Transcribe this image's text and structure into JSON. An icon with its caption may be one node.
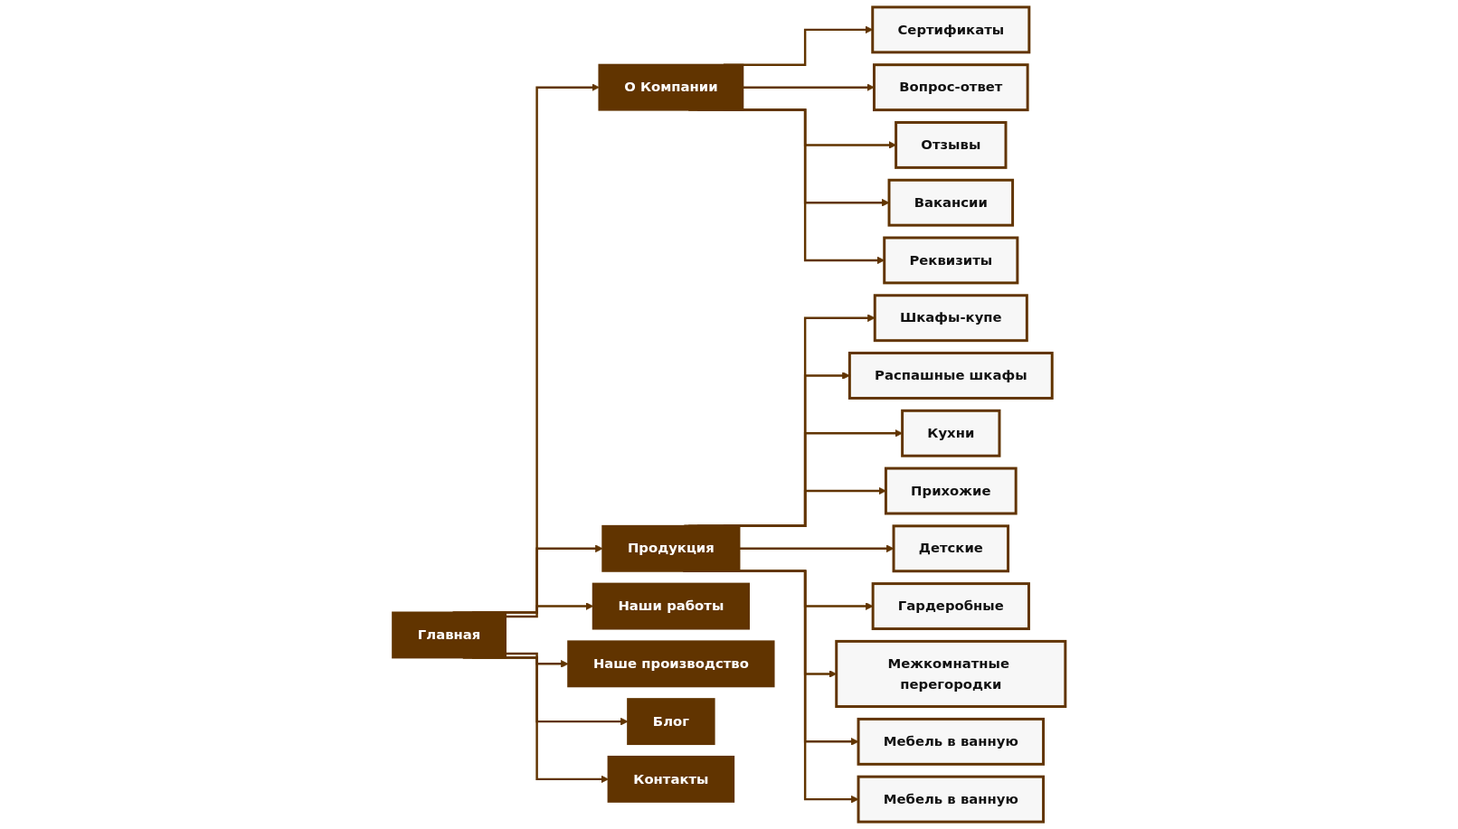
{
  "diagram": {
    "nodes": [
      {
        "text": [
          "Главная"
        ]
      },
      {
        "text": [
          "О Компании"
        ]
      },
      {
        "text": [
          "Продукция"
        ]
      },
      {
        "text": [
          "Наши работы"
        ]
      },
      {
        "text": [
          "Наше производство"
        ]
      },
      {
        "text": [
          "Блог"
        ]
      },
      {
        "text": [
          "Контакты"
        ]
      },
      {
        "text": [
          "Сертификаты"
        ]
      },
      {
        "text": [
          "Вопрос-ответ"
        ]
      },
      {
        "text": [
          "Отзывы"
        ]
      },
      {
        "text": [
          "Вакансии"
        ]
      },
      {
        "text": [
          "Реквизиты"
        ]
      },
      {
        "text": [
          "Шкафы-купе"
        ]
      },
      {
        "text": [
          "Распашные шкафы"
        ]
      },
      {
        "text": [
          "Кухни"
        ]
      },
      {
        "text": [
          "Прихожие"
        ]
      },
      {
        "text": [
          "Детские"
        ]
      },
      {
        "text": [
          "Гардеробные"
        ]
      },
      {
        "text": [
          "Межкомнатные перегородки"
        ]
      },
      {
        "text": [
          "Мебель в ванную"
        ]
      },
      {
        "text": [
          "Мебель в ванную"
        ]
      }
    ],
    "edges": [
      {
        "from": 0,
        "to": 1,
        "arrow": "to"
      },
      {
        "from": 0,
        "to": 2,
        "arrow": "to"
      },
      {
        "from": 0,
        "to": 3,
        "arrow": "to"
      },
      {
        "from": 0,
        "to": 4,
        "arrow": "to"
      },
      {
        "from": 0,
        "to": 5,
        "arrow": "to"
      },
      {
        "from": 0,
        "to": 6,
        "arrow": "to"
      },
      {
        "from": 1,
        "to": 7,
        "arrow": "to"
      },
      {
        "from": 1,
        "to": 8,
        "arrow": "to"
      },
      {
        "from": 1,
        "to": 9,
        "arrow": "to"
      },
      {
        "from": 1,
        "to": 10,
        "arrow": "to"
      },
      {
        "from": 1,
        "to": 11,
        "arrow": "to"
      },
      {
        "from": 2,
        "to": 12,
        "arrow": "to"
      },
      {
        "from": 2,
        "to": 13,
        "arrow": "to"
      },
      {
        "from": 2,
        "to": 14,
        "arrow": "to"
      },
      {
        "from": 2,
        "to": 15,
        "arrow": "to"
      },
      {
        "from": 2,
        "to": 16,
        "arrow": "to"
      },
      {
        "from": 2,
        "to": 17,
        "arrow": "to"
      },
      {
        "from": 2,
        "to": 18,
        "arrow": "to"
      },
      {
        "from": 2,
        "to": 19,
        "arrow": "to"
      },
      {
        "from": 2,
        "to": 20,
        "arrow": "to"
      }
    ]
  }
}
